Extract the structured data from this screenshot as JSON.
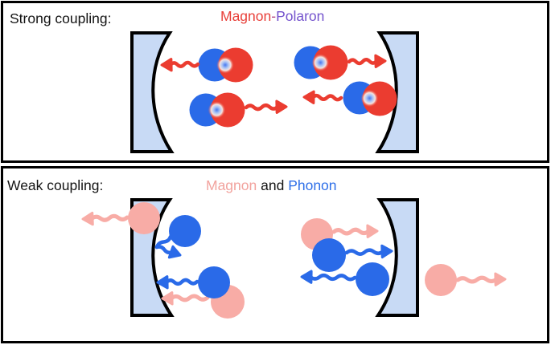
{
  "panel_strong": {
    "label": "Strong coupling:",
    "title": {
      "magnon": "Magnon",
      "hyphen": "-",
      "polaron": "Polaron"
    }
  },
  "panel_weak": {
    "label": "Weak coupling:",
    "title": {
      "magnon": "Magnon",
      "conj": " and ",
      "phonon": "Phonon"
    }
  },
  "colors": {
    "polaron_magnon_red": "#e8403a",
    "hyphen_blend": "#b04585",
    "polaron_purple": "#7453cd",
    "magnon_pink_text": "#f2a39e",
    "phonon_blue_text": "#2e6fe8",
    "circle_red": "#eb3c30",
    "circle_blue": "#2a6ae8",
    "circle_pink": "#f8aca6",
    "mirror_fill": "#c8daf5",
    "outline_black": "#000000"
  }
}
